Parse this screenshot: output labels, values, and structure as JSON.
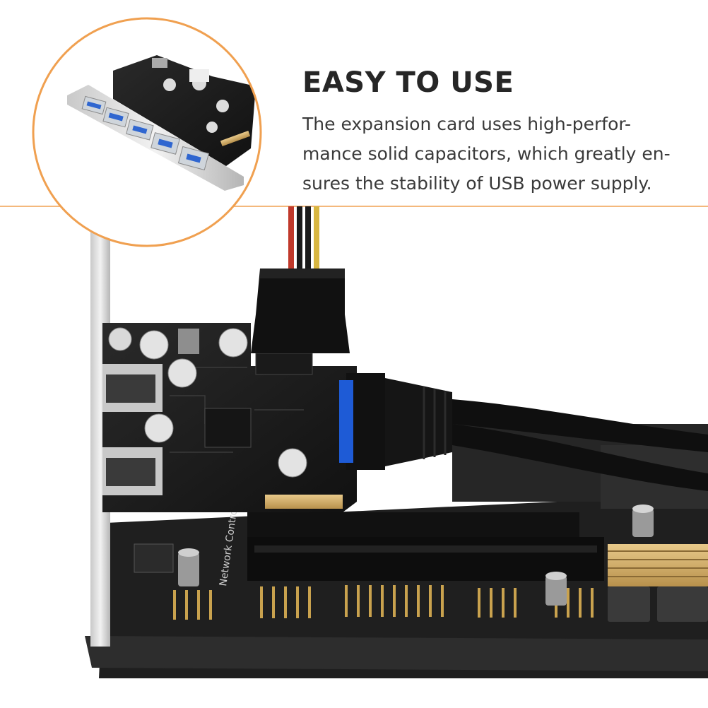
{
  "headline": "EASY TO USE",
  "description_lines": [
    "The expansion card uses high-perfor-",
    "mance solid capacitors, which greatly en-",
    "sures the stability of USB power supply."
  ],
  "colors": {
    "accent": "#f0a050",
    "headline": "#262626",
    "body_text": "#3a3a3a"
  },
  "graphics": {
    "inset_photo": "pcie-usb3-card-with-five-ports",
    "main_photo": "pcie-usb-card-installed-on-motherboard-with-molex-power-and-19pin-header-cable"
  }
}
